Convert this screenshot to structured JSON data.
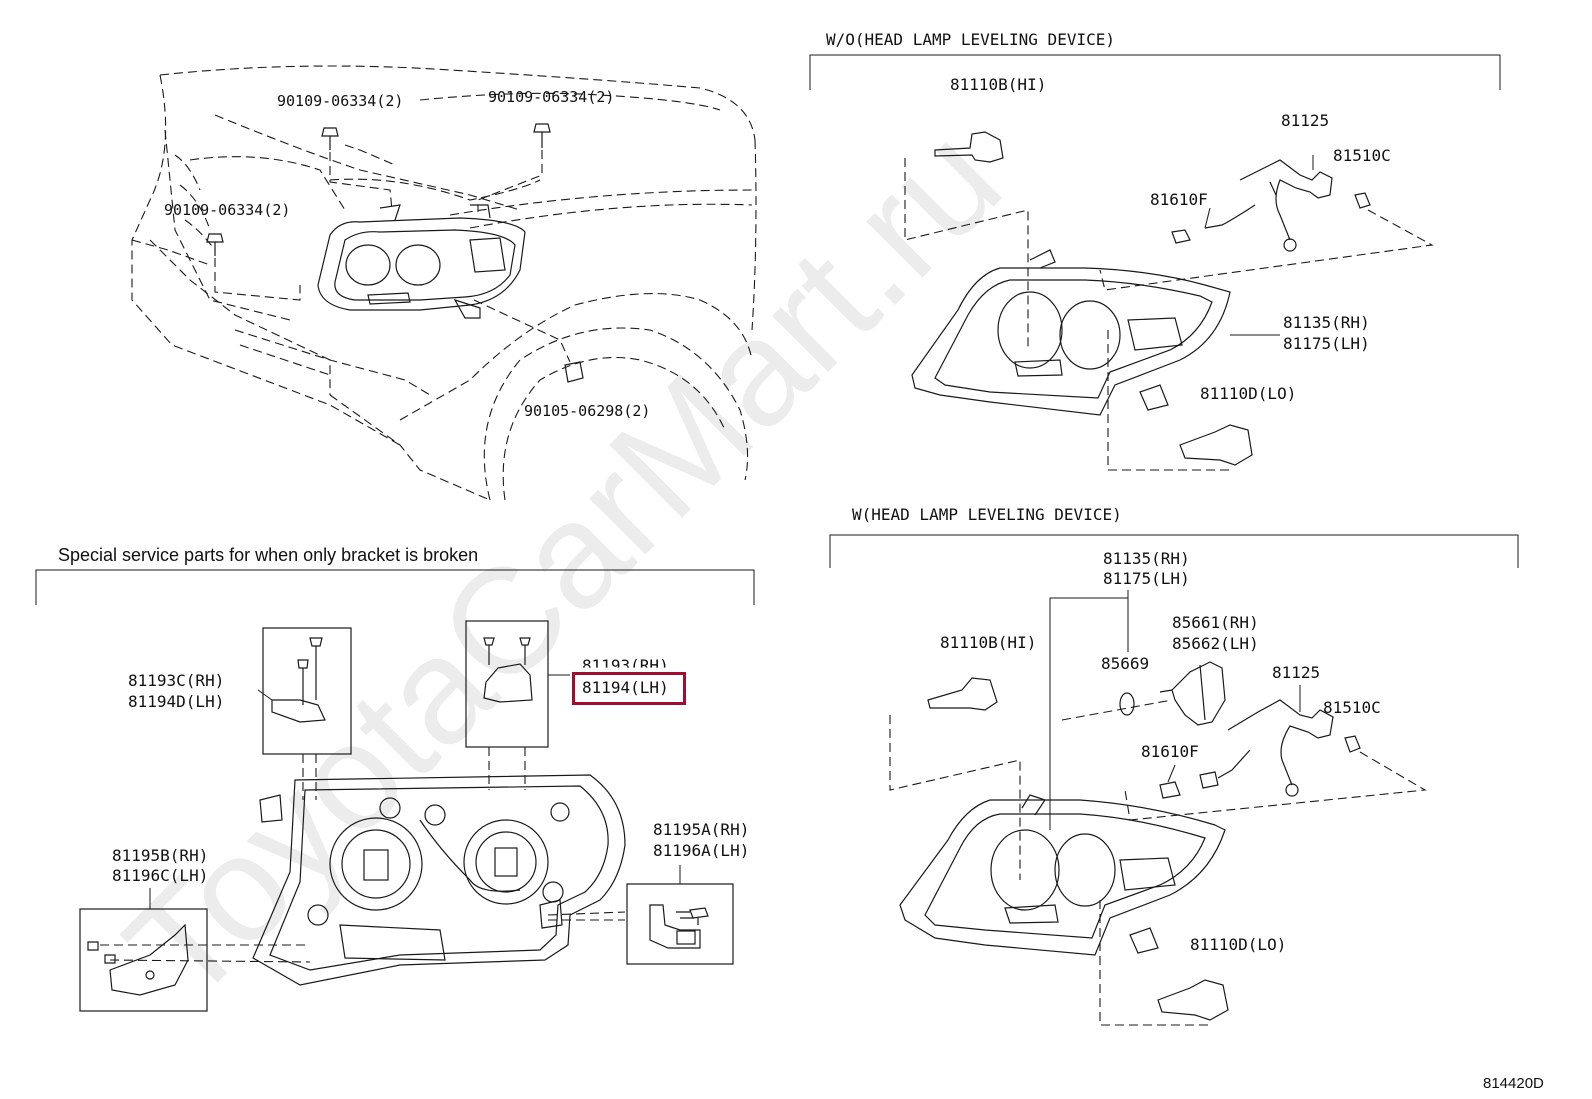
{
  "watermark": "ToyotaCarMart.ru",
  "sections": {
    "wo_title": "W/O(HEAD LAMP LEVELING DEVICE)",
    "w_title": "W(HEAD LAMP LEVELING DEVICE)",
    "special_note": "Special service parts for when only bracket is broken"
  },
  "overview_parts": {
    "bolt_top_left": "90109-06334(2)",
    "bolt_top_right": "90109-06334(2)",
    "bolt_left": "90109-06334(2)",
    "screw_lower": "90105-06298(2)"
  },
  "wo_parts": {
    "bulb_hi": "81110B(HI)",
    "socket_81125": "81125",
    "bulb_81510c": "81510C",
    "bulb_81610f": "81610F",
    "lamp_rh": "81135(RH)",
    "lamp_lh": "81175(LH)",
    "bulb_lo": "81110D(LO)"
  },
  "w_parts": {
    "lamp_rh": "81135(RH)",
    "lamp_lh": "81175(LH)",
    "actuator_rh": "85661(RH)",
    "actuator_lh": "85662(LH)",
    "bulb_hi": "81110B(HI)",
    "oring_85669": "85669",
    "socket_81125": "81125",
    "bulb_81510c": "81510C",
    "bulb_81610f": "81610F",
    "bulb_lo": "81110D(LO)"
  },
  "bracket_parts": {
    "b1_rh": "81193C(RH)",
    "b1_lh": "81194D(LH)",
    "b2_rh": "81193(RH)",
    "b2_lh": "81194(LH)",
    "b3_rh": "81195A(RH)",
    "b3_lh": "81196A(LH)",
    "b4_rh": "81195B(RH)",
    "b4_lh": "81196C(LH)"
  },
  "highlight": {
    "part": "81194(LH)",
    "color": "#a00d2f"
  },
  "diagram_code": "814420D"
}
